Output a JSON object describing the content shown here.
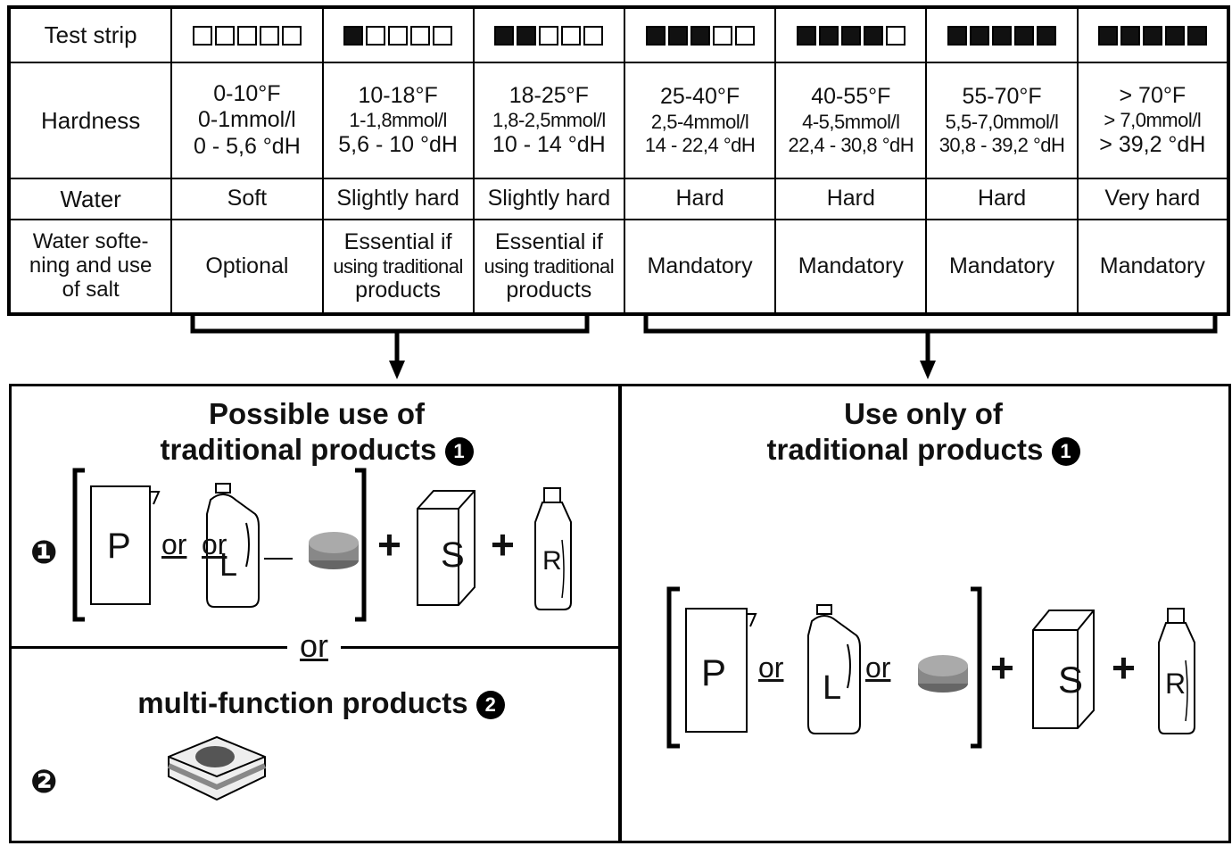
{
  "table": {
    "row_labels": {
      "test_strip": "Test strip",
      "hardness": "Hardness",
      "water": "Water",
      "softening": [
        "Water softe-",
        "ning and use",
        "of salt"
      ]
    },
    "columns": [
      {
        "strip_filled": 0,
        "f": "0-10°F",
        "mmol": "0-1mmol/l",
        "dh": "0 - 5,6 °dH",
        "water": "Soft",
        "softening": [
          "Optional"
        ]
      },
      {
        "strip_filled": 1,
        "f": "10-18°F",
        "mmol": "1-1,8mmol/l",
        "dh": "5,6 - 10 °dH",
        "water": "Slightly hard",
        "softening": [
          "Essential if",
          "using traditional",
          "products"
        ]
      },
      {
        "strip_filled": 2,
        "f": "18-25°F",
        "mmol": "1,8-2,5mmol/l",
        "dh": "10 - 14 °dH",
        "water": "Slightly hard",
        "softening": [
          "Essential if",
          "using traditional",
          "products"
        ]
      },
      {
        "strip_filled": 3,
        "f": "25-40°F",
        "mmol": "2,5-4mmol/l",
        "dh": "14 - 22,4 °dH",
        "water": "Hard",
        "softening": [
          "Mandatory"
        ]
      },
      {
        "strip_filled": 4,
        "f": "40-55°F",
        "mmol": "4-5,5mmol/l",
        "dh": "22,4 - 30,8 °dH",
        "water": "Hard",
        "softening": [
          "Mandatory"
        ]
      },
      {
        "strip_filled": 5,
        "f": "55-70°F",
        "mmol": "5,5-7,0mmol/l",
        "dh": "30,8 - 39,2 °dH",
        "water": "Hard",
        "softening": [
          "Mandatory"
        ]
      },
      {
        "strip_filled": 5,
        "f": "> 70°F",
        "mmol": "> 7,0mmol/l",
        "dh": "> 39,2 °dH",
        "water": "Very hard",
        "softening": [
          "Mandatory"
        ]
      }
    ]
  },
  "left_panel": {
    "title_line1": "Possible use of",
    "title_line2": "traditional products",
    "marker1": "❶",
    "or1": "or",
    "or2": "or",
    "p_label": "P",
    "l_label": "L",
    "s_label": "S",
    "r_label": "R",
    "plus": "+",
    "separator_or": "or",
    "multi_title": "multi-function products",
    "marker2": "❷",
    "num1": "1",
    "num2": "2"
  },
  "right_panel": {
    "title_line1": "Use only of",
    "title_line2": "traditional products",
    "num1": "1",
    "or1": "or",
    "or2": "or",
    "p_label": "P",
    "l_label": "L",
    "s_label": "S",
    "r_label": "R",
    "plus": "+"
  }
}
